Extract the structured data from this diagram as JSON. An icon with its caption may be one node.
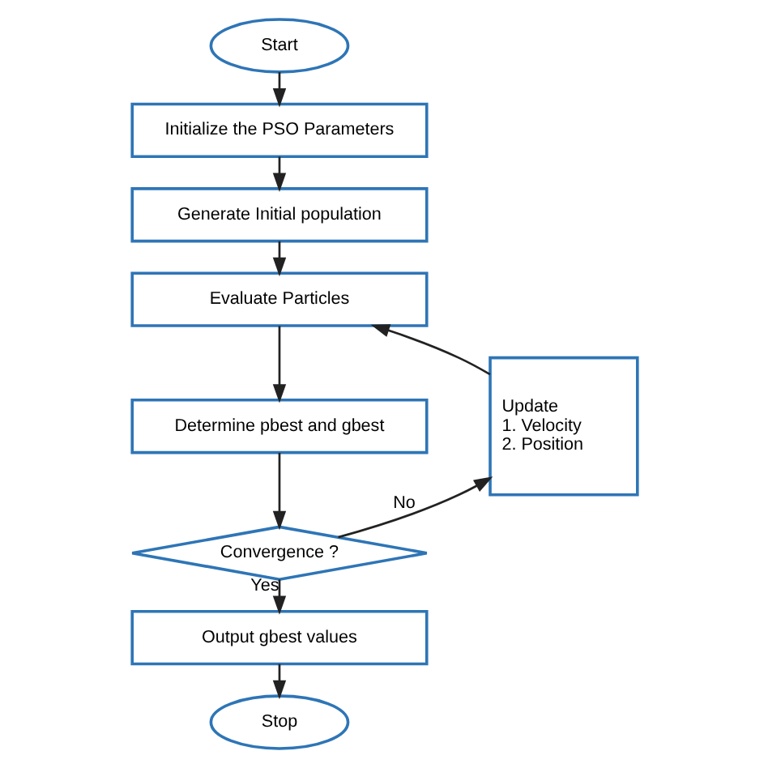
{
  "diagram": {
    "nodes": [
      {
        "text": [
          "Start"
        ]
      },
      {
        "text": [
          "Initialize the PSO Parameters"
        ]
      },
      {
        "text": [
          "Generate Initial population"
        ]
      },
      {
        "text": [
          "Evaluate Particles"
        ]
      },
      {
        "text": [
          "Determine pbest and gbest"
        ]
      },
      {
        "text": [
          "Convergence ?"
        ]
      },
      {
        "text": [
          "Update",
          "1. Velocity",
          "2. Position"
        ]
      },
      {
        "text": [
          "Output gbest values"
        ]
      },
      {
        "text": [
          "Stop"
        ]
      }
    ],
    "edges": [
      {
        "from": 0,
        "to": 1,
        "arrow": "to"
      },
      {
        "from": 1,
        "to": 2,
        "arrow": "to"
      },
      {
        "from": 2,
        "to": 3,
        "arrow": "to"
      },
      {
        "from": 3,
        "to": 4,
        "arrow": "to"
      },
      {
        "from": 4,
        "to": 5,
        "arrow": "to"
      },
      {
        "from": 5,
        "to": 6,
        "label": "No",
        "arrow": "to"
      },
      {
        "from": 6,
        "to": 3,
        "arrow": "to"
      },
      {
        "from": 5,
        "to": 7,
        "label": "Yes",
        "arrow": "to"
      },
      {
        "from": 7,
        "to": 8,
        "arrow": "to"
      }
    ]
  }
}
